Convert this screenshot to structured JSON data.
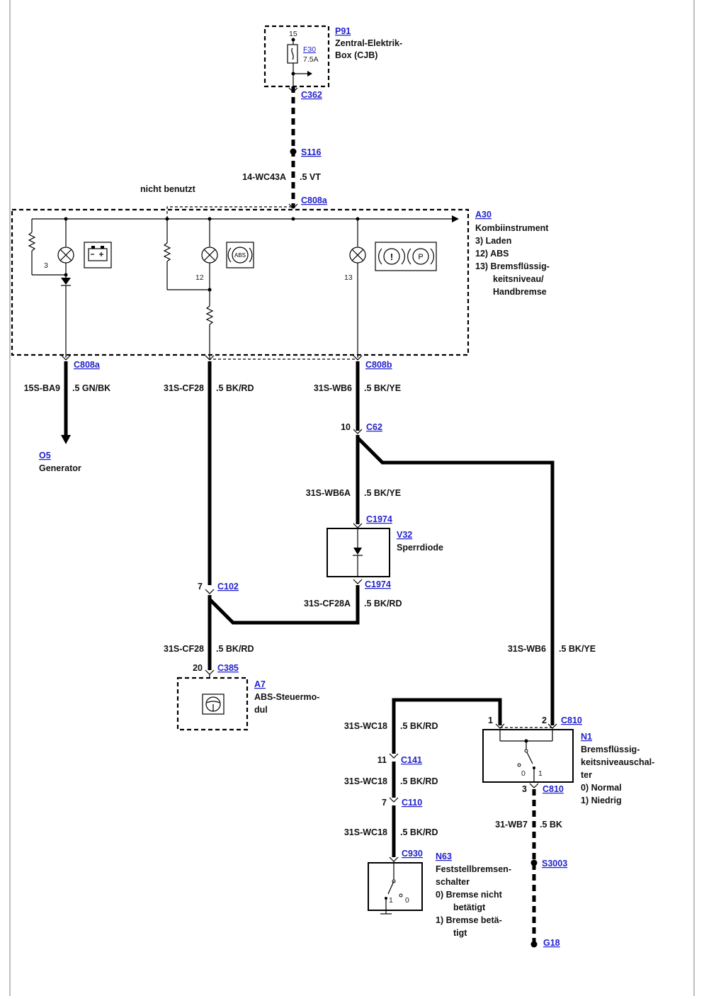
{
  "components": {
    "p91": {
      "id": "P91",
      "name_line1": "Zentral-Elektrik-",
      "name_line2": "Box (CJB)",
      "pin": "15",
      "fuse_id": "F30",
      "fuse_rating": "7.5A"
    },
    "a30": {
      "id": "A30",
      "name": "Kombiinstrument",
      "items": [
        "3)  Laden",
        "12) ABS",
        "13) Bremsflüssig-",
        "keitsniveau/",
        "Handbremse"
      ],
      "pin_charge": "3",
      "pin_abs": "12",
      "pin_brake": "13",
      "note_unused": "nicht benutzt"
    },
    "o5": {
      "id": "O5",
      "name": "Generator"
    },
    "v32": {
      "id": "V32",
      "name": "Sperrdiode"
    },
    "a7": {
      "id": "A7",
      "name_line1": "ABS-Steuermo-",
      "name_line2": "dul"
    },
    "n1": {
      "id": "N1",
      "name_lines": [
        "Bremsflüssig-",
        "keitsniveauschal-",
        "ter"
      ],
      "states": [
        "0)   Normal",
        "1)   Niedrig"
      ],
      "pos0": "0",
      "pos1": "1"
    },
    "n63": {
      "id": "N63",
      "name_lines": [
        "Feststellbremsen-",
        "schalter"
      ],
      "states": [
        "0)   Bremse nicht",
        "betätigt",
        "1)   Bremse betä-",
        "tigt"
      ],
      "pos1": "1",
      "pos0": "0"
    }
  },
  "connectors": {
    "c362": "C362",
    "s116": "S116",
    "c808a_top": "C808a",
    "c808a_bottom": "C808a",
    "c808b": "C808b",
    "c62": "C62",
    "c62_pin": "10",
    "c1974_top": "C1974",
    "c1974_bottom": "C1974",
    "c102": "C102",
    "c102_pin": "7",
    "c385": "C385",
    "c385_pin": "20",
    "c810_top": "C810",
    "c810_pin1": "1",
    "c810_pin2": "2",
    "c810_bottom": "C810",
    "c810_pin3": "3",
    "c141": "C141",
    "c141_pin": "11",
    "c110": "C110",
    "c110_pin": "7",
    "c930": "C930",
    "s3003": "S3003",
    "g18": "G18"
  },
  "wires": {
    "w1": {
      "circuit": "14-WC43A",
      "spec": ".5 VT"
    },
    "w2": {
      "circuit": "15S-BA9",
      "spec": ".5 GN/BK"
    },
    "w3": {
      "circuit": "31S-CF28",
      "spec": ".5 BK/RD"
    },
    "w4": {
      "circuit": "31S-WB6",
      "spec": ".5 BK/YE"
    },
    "w5": {
      "circuit": "31S-WB6A",
      "spec": ".5 BK/YE"
    },
    "w6": {
      "circuit": "31S-CF28A",
      "spec": ".5 BK/RD"
    },
    "w7": {
      "circuit": "31S-CF28",
      "spec": ".5 BK/RD"
    },
    "w8": {
      "circuit": "31S-WB6",
      "spec": ".5 BK/YE"
    },
    "w9": {
      "circuit": "31S-WC18",
      "spec": ".5 BK/RD"
    },
    "w10": {
      "circuit": "31S-WC18",
      "spec": ".5 BK/RD"
    },
    "w11": {
      "circuit": "31S-WC18",
      "spec": ".5 BK/RD"
    },
    "w12": {
      "circuit": "31-WB7",
      "spec": ".5 BK"
    }
  },
  "icons": {
    "abs_text": "ABS",
    "park_text": "P",
    "warn_text": "!"
  }
}
